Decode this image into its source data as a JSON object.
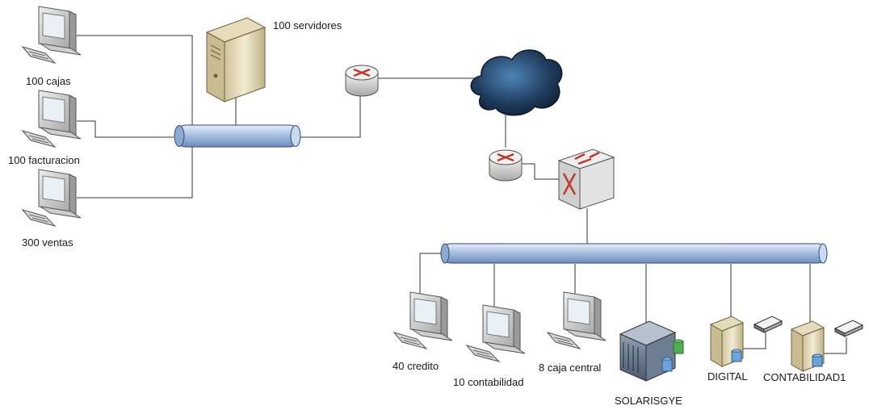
{
  "labels": {
    "pc_cajas": "100 cajas",
    "pc_facturacion": "100 facturacion",
    "pc_ventas": "300 ventas",
    "server_hq": "100 servidores",
    "pc_credito": "40 credito",
    "pc_contabilidad": "10 contabilidad",
    "pc_caja_central": "8 caja central",
    "server_solaris": "SOLARISGYE",
    "server_digital": "DIGITAL",
    "server_contabilidad1": "CONTABILIDAD1"
  },
  "icons": [
    "desktop-pc-icon",
    "tower-server-icon",
    "router-icon",
    "cloud-icon",
    "layer3-switch-icon",
    "bus-segment-icon",
    "rack-server-icon",
    "tape-drive-icon"
  ],
  "colors": {
    "bus": "#9db8dc",
    "bus_edge": "#2d4e7a",
    "cloud": "#1c2f4a",
    "router_arrow": "#c0392b",
    "line": "#333333"
  }
}
